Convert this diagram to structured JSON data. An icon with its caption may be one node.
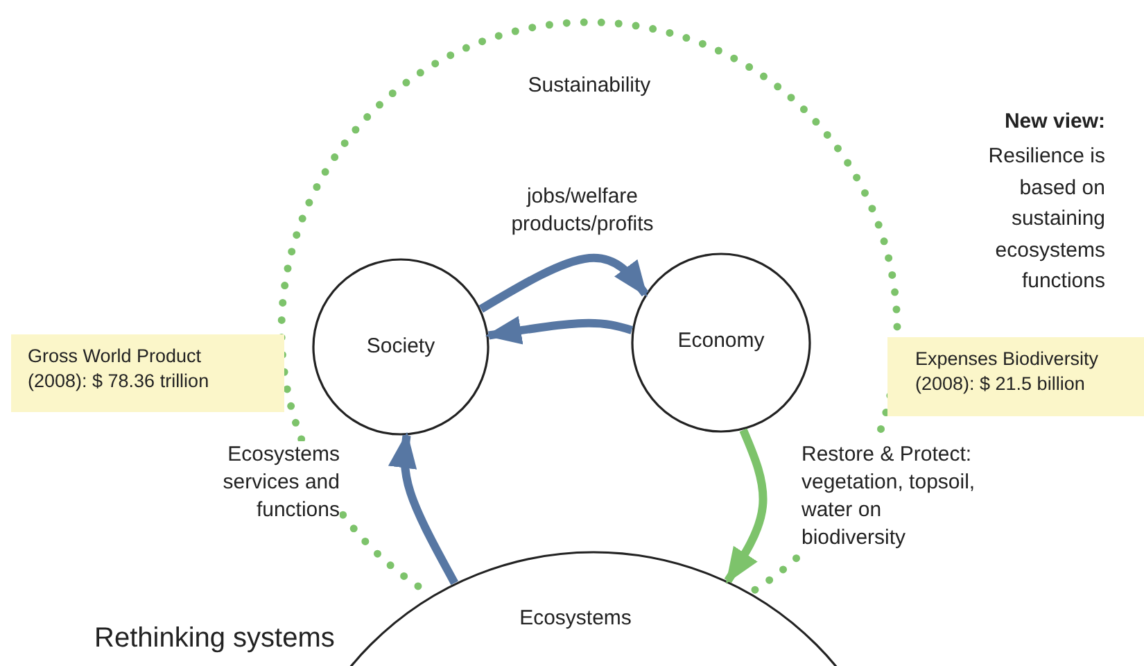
{
  "diagram": {
    "nodes": [
      {
        "text": [
          "Sustainability"
        ]
      },
      {
        "text": [
          "Society"
        ],
        "in": 0
      },
      {
        "text": [
          "Economy"
        ],
        "in": 0
      },
      {
        "text": [
          "Ecosystems"
        ]
      },
      {
        "text": [
          "Gross World Product (2008): $ 78.36 trillion"
        ]
      },
      {
        "text": [
          "Expenses Biodiversity (2008): $ 21.5 billion"
        ]
      }
    ],
    "edges": [
      {
        "from": 1,
        "to": 2,
        "arrow": "to",
        "label": "jobs/welfare products/profits"
      },
      {
        "from": 2,
        "to": 1,
        "arrow": "to"
      },
      {
        "from": 3,
        "to": 1,
        "arrow": "to",
        "label": "Ecosystems services and functions"
      },
      {
        "from": 2,
        "to": 3,
        "arrow": "to",
        "color": "#7dc36b",
        "label": "Restore & Protect: vegetation, topsoil, water on biodiversity"
      }
    ],
    "labels": [
      "New view:",
      "Resilience is based on sustaining ecosystems functions",
      "Rethinking systems"
    ]
  }
}
